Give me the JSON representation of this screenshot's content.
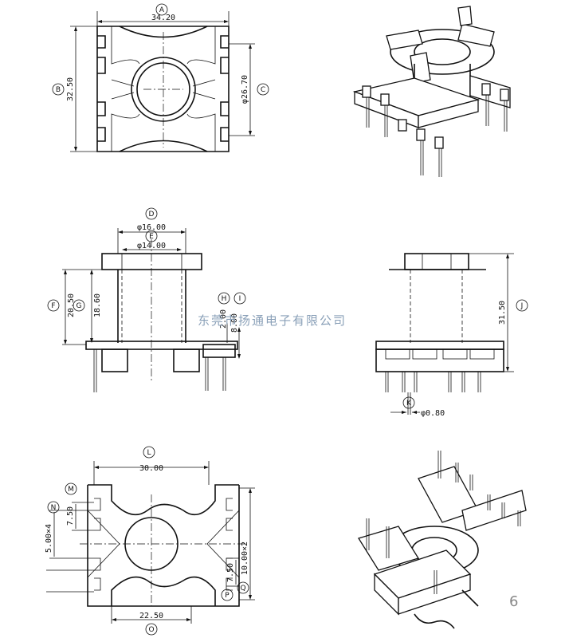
{
  "views": {
    "top": {
      "dim_A": "34.20",
      "tag_A": "A",
      "dim_B": "32.50",
      "tag_B": "B",
      "dim_C": "φ26.70",
      "tag_C": "C"
    },
    "front": {
      "dim_D": "φ16.00",
      "tag_D": "D",
      "dim_E": "φ14.00",
      "tag_E": "E",
      "dim_F": "20.50",
      "tag_F": "F",
      "dim_G": "18.60",
      "tag_G": "G",
      "dim_H": "2.00",
      "tag_H": "H",
      "dim_I": "8.00",
      "tag_I": "I"
    },
    "side": {
      "dim_J": "31.50",
      "tag_J": "J",
      "dim_K": "φ0.80",
      "tag_K": "K"
    },
    "bottom": {
      "dim_L": "30.00",
      "tag_L": "L",
      "dim_M": "7.50",
      "tag_M": "M",
      "dim_N": "5.00×4",
      "tag_N": "N",
      "dim_O": "22.50",
      "tag_O": "O",
      "dim_P": "7.50",
      "tag_P": "P",
      "dim_Q": "10.00×2",
      "tag_Q": "Q"
    }
  },
  "watermark": "东莞市扬通电子有限公司",
  "page_number": "6"
}
